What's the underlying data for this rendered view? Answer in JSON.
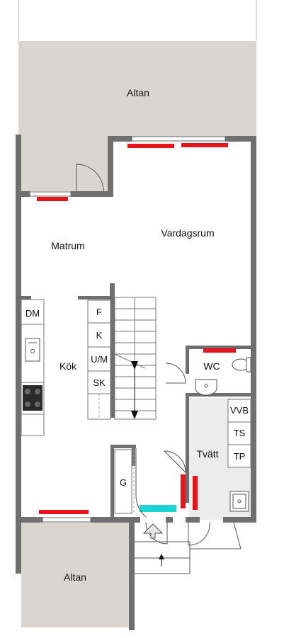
{
  "rooms": {
    "altan_top": "Altan",
    "vardagsrum": "Vardagsrum",
    "matrum": "Matrum",
    "kok": "Kök",
    "wc": "WC",
    "tvatt": "Tvätt",
    "altan_bottom": "Altan"
  },
  "appliances": {
    "dm": "DM",
    "f": "F",
    "k": "K",
    "um": "U/M",
    "sk": "SK",
    "g": "G",
    "vvb": "VVB",
    "ts": "TS",
    "tp": "TP"
  },
  "colors": {
    "wall": "#6f6f6f",
    "terrace": "#d9d6d2",
    "radiator": "#e8141b",
    "marker": "#19d5d5"
  }
}
